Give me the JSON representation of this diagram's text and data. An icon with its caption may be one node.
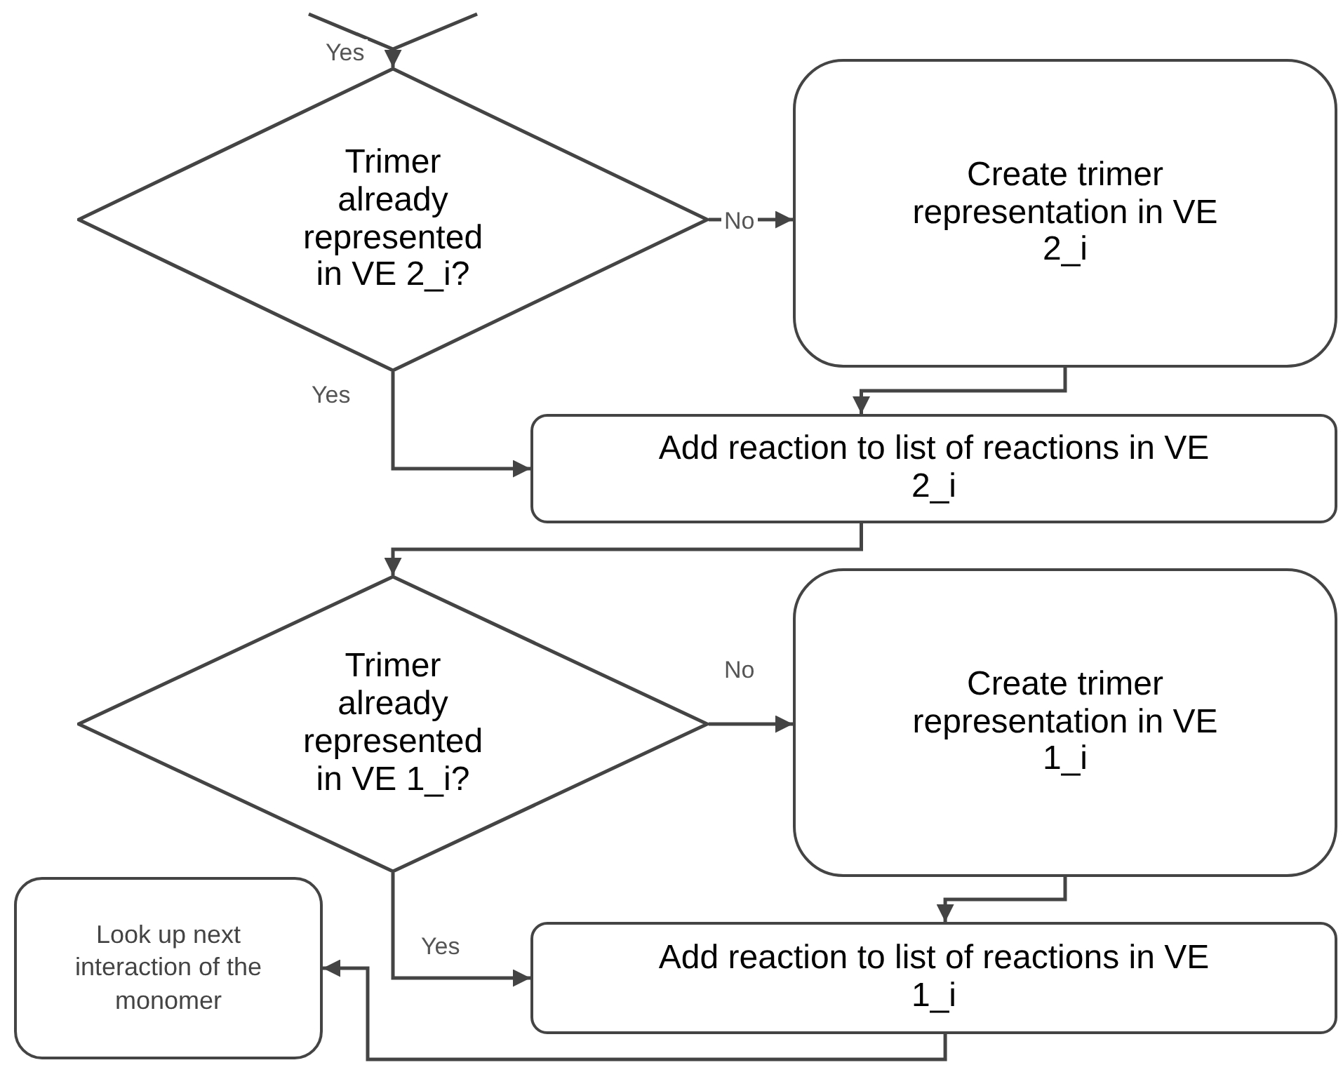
{
  "diagram": {
    "nodes": [
      {
        "text": [
          "Trimer already represented in VE 2_i?"
        ]
      },
      {
        "text": [
          "Create trimer representation in VE 2_i"
        ]
      },
      {
        "text": [
          "Add reaction to list of reactions in VE 2_i"
        ]
      },
      {
        "text": [
          "Trimer already represented in VE 1_i?"
        ]
      },
      {
        "text": [
          "Create trimer representation in VE 1_i"
        ]
      },
      {
        "text": [
          "Add reaction to list of reactions in VE 1_i"
        ]
      },
      {
        "text": [
          "Look up next interaction of the monomer"
        ]
      }
    ],
    "edges": [
      {
        "from": null,
        "to": 0,
        "arrow": "to",
        "label": "Yes"
      },
      {
        "from": 0,
        "to": 1,
        "arrow": "to",
        "label": "No"
      },
      {
        "from": 0,
        "to": 2,
        "arrow": "to",
        "label": "Yes"
      },
      {
        "from": 1,
        "to": 2,
        "arrow": "to"
      },
      {
        "from": 2,
        "to": 3,
        "arrow": "to"
      },
      {
        "from": 3,
        "to": 4,
        "arrow": "to",
        "label": "No"
      },
      {
        "from": 3,
        "to": 5,
        "arrow": "to",
        "label": "Yes"
      },
      {
        "from": 4,
        "to": 5,
        "arrow": "to"
      },
      {
        "from": 5,
        "to": 6,
        "arrow": "to"
      }
    ]
  }
}
